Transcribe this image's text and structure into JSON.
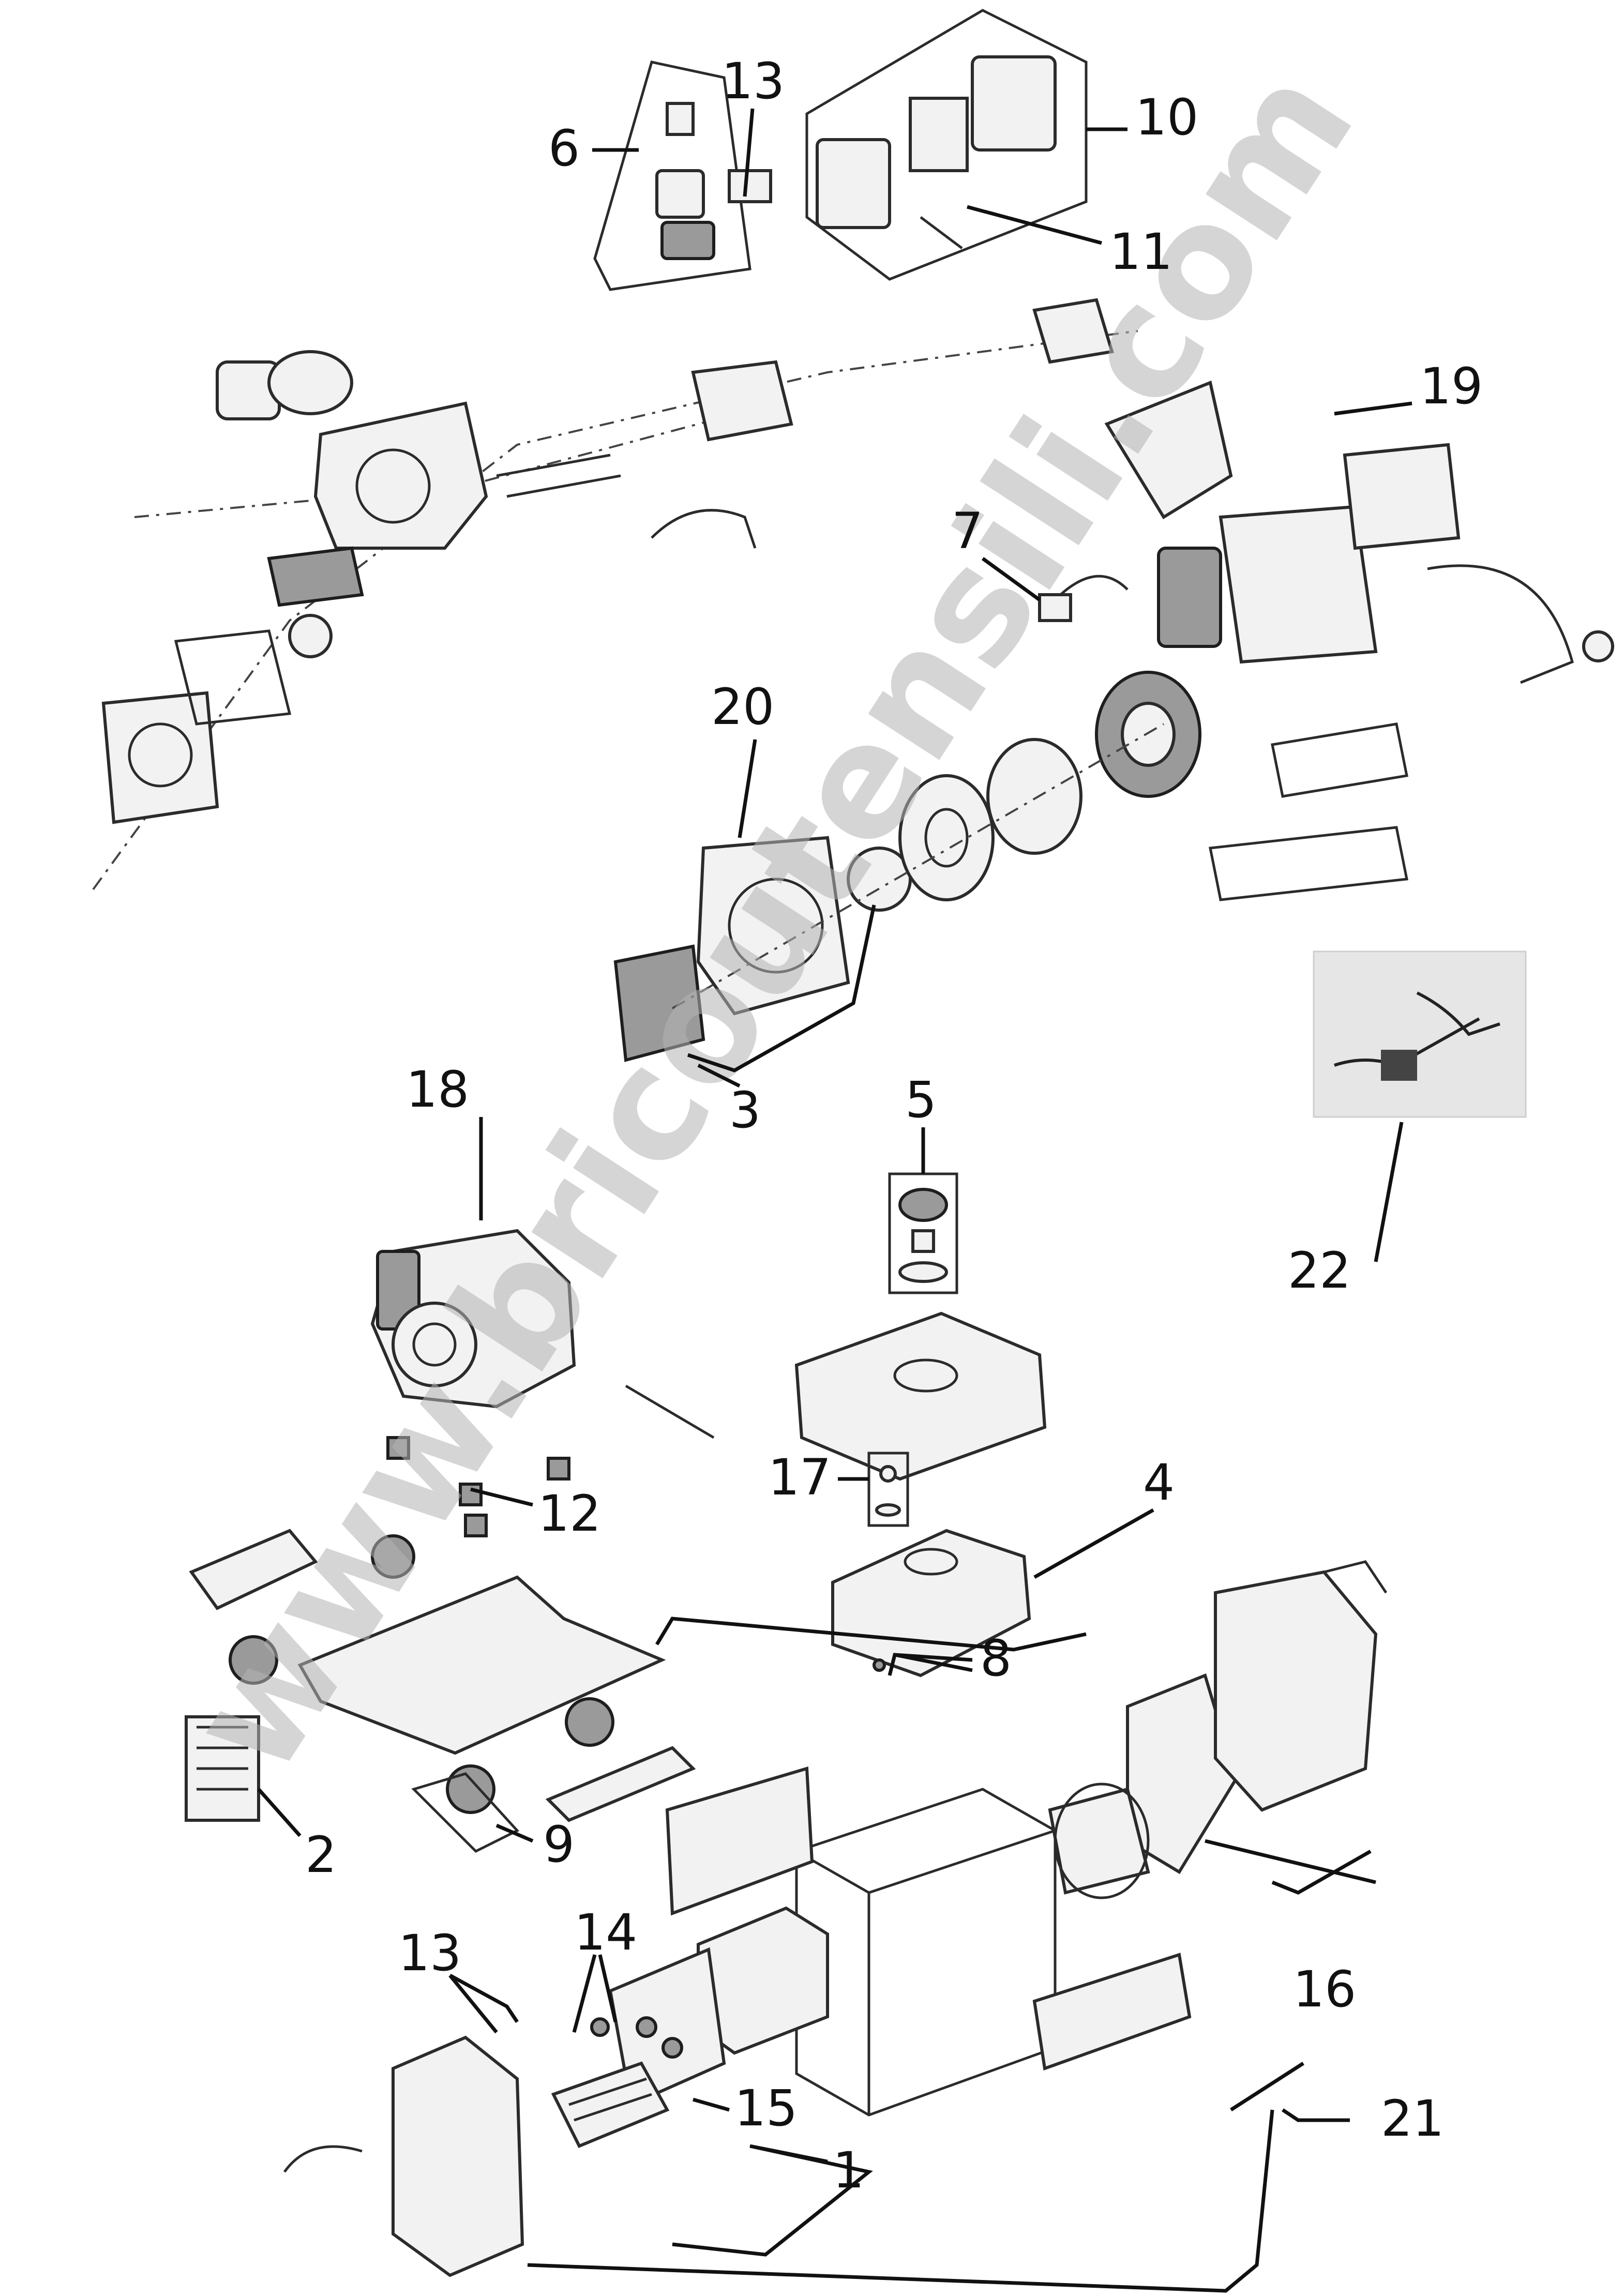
{
  "watermark": "www.bricoutensili.com",
  "callouts": {
    "c1": "1",
    "c2": "2",
    "c3": "3",
    "c4": "4",
    "c5": "5",
    "c6": "6",
    "c7": "7",
    "c8": "8",
    "c9": "9",
    "c10": "10",
    "c11": "11",
    "c12": "12",
    "c13a": "13",
    "c13b": "13",
    "c14": "14",
    "c15": "15",
    "c16": "16",
    "c17": "17",
    "c18": "18",
    "c19": "19",
    "c20": "20",
    "c21": "21",
    "c22": "22"
  },
  "colors": {
    "ink": "#111111",
    "watermark": "#b4b4b4",
    "photo_bg": "#e6e6e6"
  }
}
